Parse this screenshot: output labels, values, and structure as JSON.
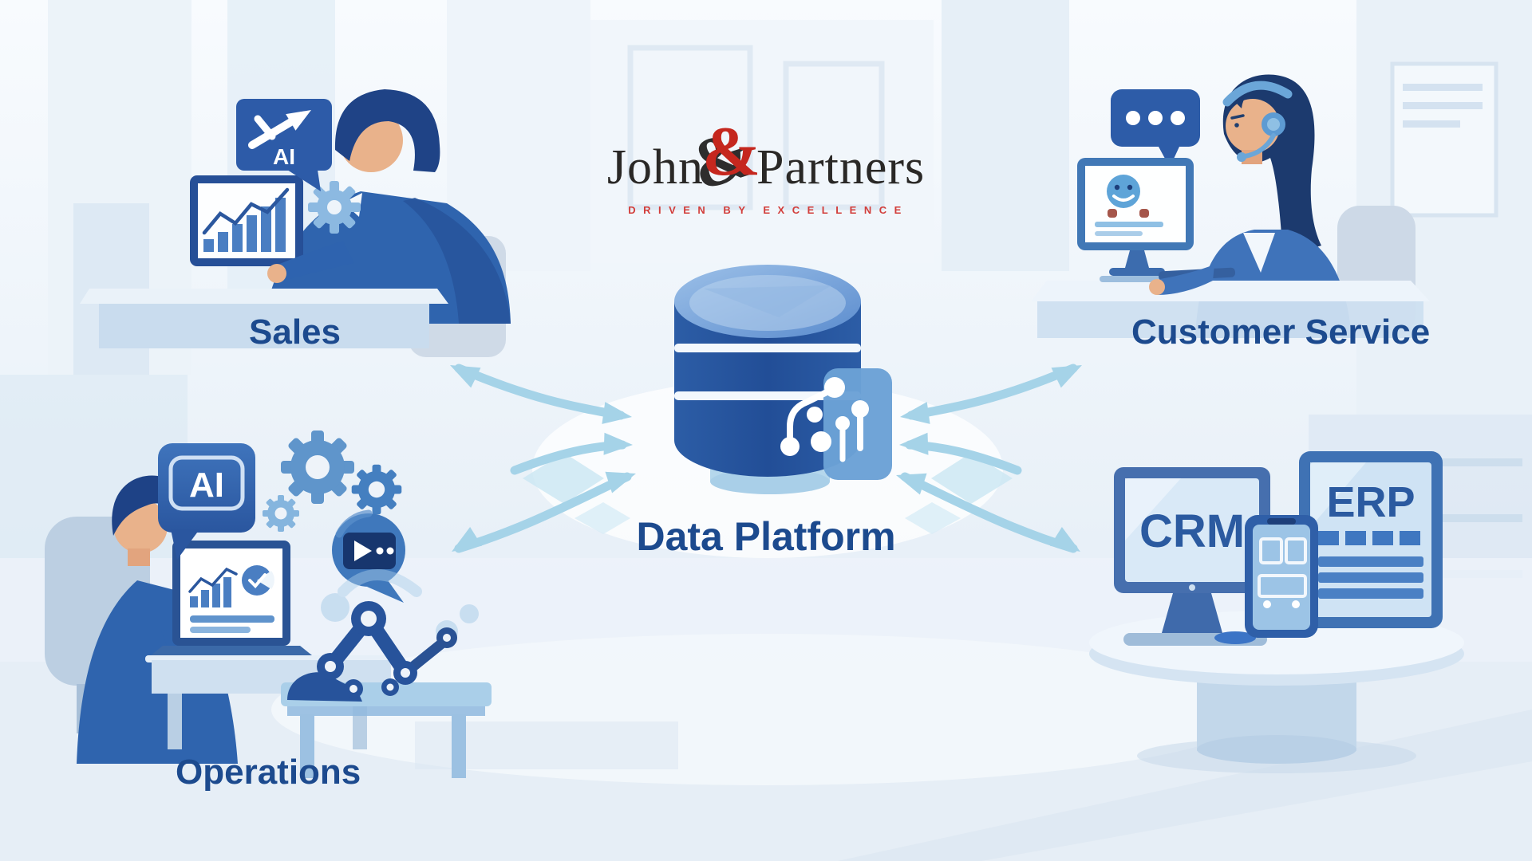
{
  "brand": {
    "first": "John",
    "amp": "&",
    "second": "Partners",
    "tagline": "DRIVEN BY EXCELLENCE"
  },
  "diagram": {
    "type": "hub-and-spoke",
    "center_label": "Data Platform",
    "center_icon": "database-icon",
    "connections": "bidirectional-curved-arrows",
    "nodes": [
      {
        "id": "sales",
        "label": "Sales",
        "position": "top-left"
      },
      {
        "id": "customer-service",
        "label": "Customer Service",
        "position": "top-right"
      },
      {
        "id": "operations",
        "label": "Operations",
        "position": "bottom-left"
      },
      {
        "id": "systems",
        "labels": [
          "CRM",
          "ERP"
        ],
        "position": "bottom-right"
      }
    ]
  },
  "badges": {
    "sales_ai": "AI",
    "operations_ai": "AI"
  },
  "icons": {
    "database-icon": "blue cylinder with white bands",
    "git-graph-icon": "white nodes and branch lines",
    "growth-arrow-icon": "white diagonal arrow up-right",
    "ai-badge-icon": "speech bubble with AI text",
    "gear-icon": "cog wheel",
    "bar-chart-icon": "ascending bars with trend line",
    "pie-chart-icon": "pie with check mark",
    "chat-dots-icon": "speech bubble with three dots",
    "smiley-icon": "smiling face on monitor",
    "headset-icon": "support headset with mic",
    "play-bubble-icon": "round bubble with play button",
    "robot-arm-icon": "articulated robotic arm",
    "monitor-icon": "desktop monitor",
    "tablet-icon": "tablet device",
    "phone-icon": "smartphone"
  },
  "colors": {
    "label_text": "#1c4a8e",
    "brand_text": "#2a2826",
    "brand_red": "#c5271e",
    "tagline_red": "#d23d3a",
    "arrow": "#a5d3e8",
    "database_body": "#2a57a0",
    "suit_blue": "#2f64ae",
    "icon_light_blue": "#8cb9e1",
    "background": "#eef4fa"
  }
}
